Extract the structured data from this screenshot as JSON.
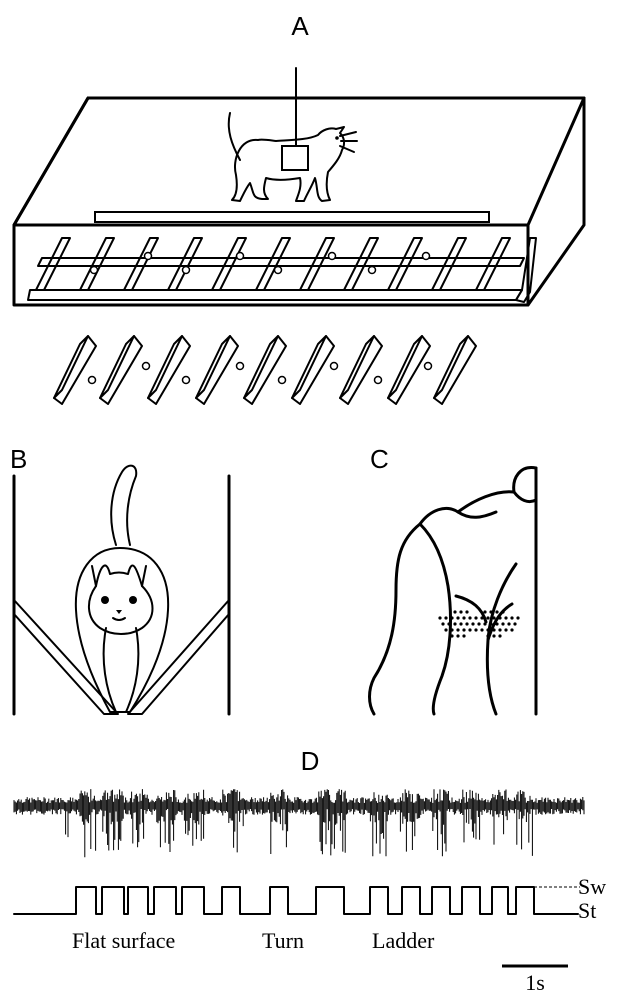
{
  "panels": {
    "a": {
      "letter": "A"
    },
    "b": {
      "letter": "B"
    },
    "c": {
      "letter": "C"
    },
    "d": {
      "letter": "D",
      "trace_labels": {
        "swing": "Sw",
        "stance": "St"
      },
      "phase_labels": [
        "Flat surface",
        "Turn",
        "Ladder"
      ],
      "scale_bar": "1s"
    }
  }
}
